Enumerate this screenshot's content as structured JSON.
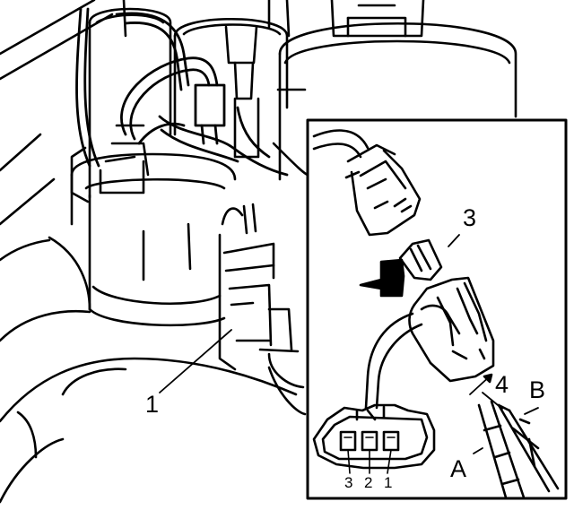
{
  "labels": {
    "item_1": "1",
    "item_3": "3",
    "item_4": "4",
    "item_A": "A",
    "item_B": "B",
    "pin_3": "3",
    "pin_2": "2",
    "pin_1": "1"
  },
  "colors": {
    "ink": "#000000",
    "paper": "#ffffff"
  }
}
